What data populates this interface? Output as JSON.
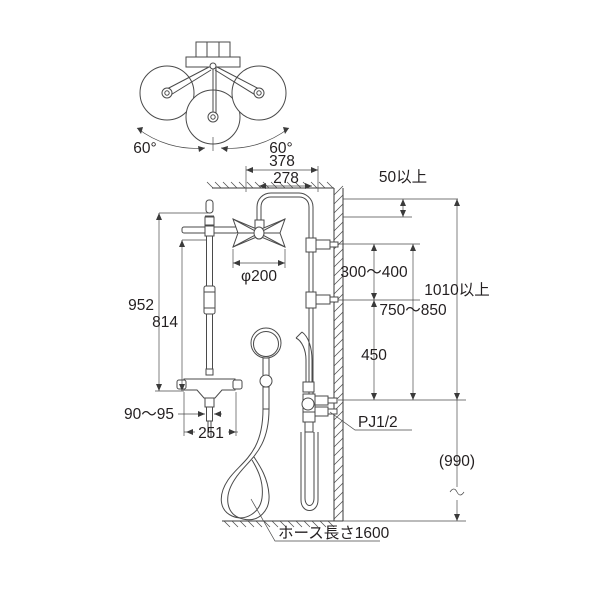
{
  "drawing": {
    "title": "shower-faucet-dimension-drawing",
    "background_color": "#ffffff",
    "line_color": "#4a4a4a",
    "text_color": "#231f20"
  },
  "top_view": {
    "angle_left": "60°",
    "angle_right": "60°"
  },
  "dimensions": {
    "width_overall": "378",
    "width_inner": "278",
    "wall_clearance": "50以上",
    "head_diameter": "φ200",
    "height_upper_outlet": "300～400",
    "height_mid_outlet": "750～850",
    "height_lower": "450",
    "height_total": "1010以上",
    "height_left_upper": "952",
    "height_left_lower": "814",
    "spout_projection": "90～95",
    "mixer_width": "251",
    "floor_to_break": "(990)"
  },
  "labels": {
    "thread_spec": "PJ1/2",
    "hose_length": "ホース長さ1600"
  }
}
